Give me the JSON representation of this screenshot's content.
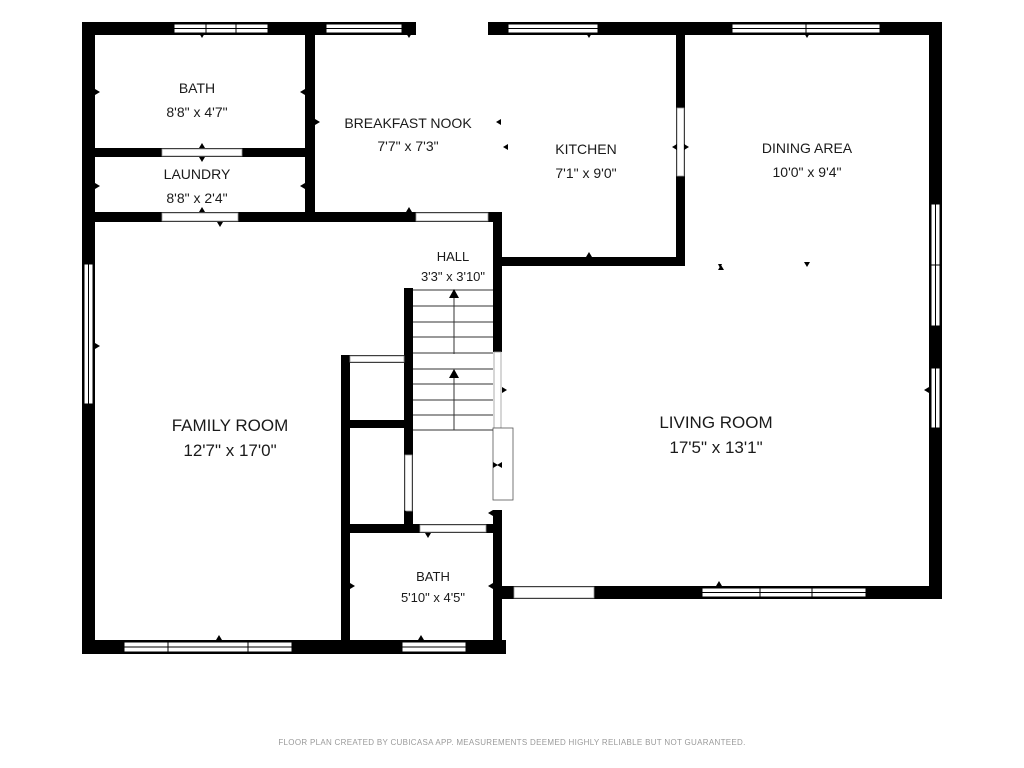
{
  "rooms": {
    "bath_upper": {
      "name": "BATH",
      "size": "8'8\" x 4'7\""
    },
    "laundry": {
      "name": "LAUNDRY",
      "size": "8'8\" x 2'4\""
    },
    "breakfast": {
      "name": "BREAKFAST NOOK",
      "size": "7'7\" x 7'3\""
    },
    "kitchen": {
      "name": "KITCHEN",
      "size": "7'1\" x 9'0\""
    },
    "dining": {
      "name": "DINING AREA",
      "size": "10'0\" x 9'4\""
    },
    "hall": {
      "name": "HALL",
      "size": "3'3\" x 3'10\""
    },
    "family": {
      "name": "FAMILY ROOM",
      "size": "12'7\" x 17'0\""
    },
    "living": {
      "name": "LIVING ROOM",
      "size": "17'5\" x 13'1\""
    },
    "bath_lower": {
      "name": "BATH",
      "size": "5'10\" x 4'5\""
    }
  },
  "footer": {
    "disclaimer": "FLOOR PLAN CREATED BY CUBICASA APP. MEASUREMENTS DEEMED HIGHLY RELIABLE BUT NOT GUARANTEED."
  },
  "colors": {
    "wall": "#000000",
    "window": "#ffffff",
    "text": "#1a1a1a"
  }
}
